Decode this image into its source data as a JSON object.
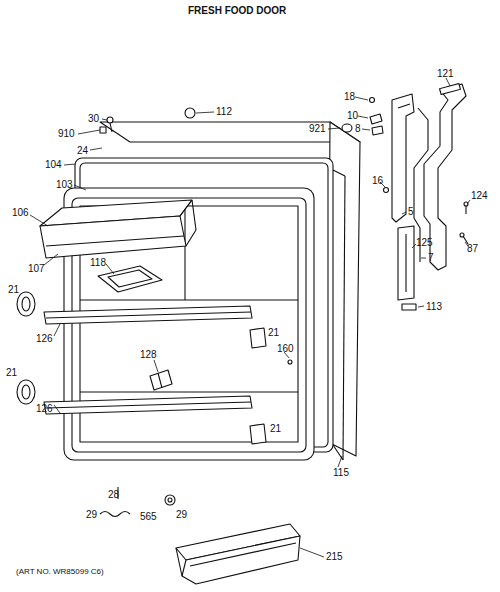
{
  "diagram": {
    "title": "FRESH FOOD DOOR",
    "labels": [
      "30",
      "112",
      "910",
      "24",
      "104",
      "103",
      "106",
      "107",
      "118",
      "21",
      "126",
      "128",
      "21",
      "160",
      "21",
      "126",
      "21",
      "115",
      "28",
      "29",
      "565",
      "29",
      "215",
      "(ART NO. WR85099 C6)",
      "18",
      "10",
      "921",
      "8",
      "16",
      "5",
      "121",
      "124",
      "87",
      "125",
      "7",
      "113"
    ]
  }
}
